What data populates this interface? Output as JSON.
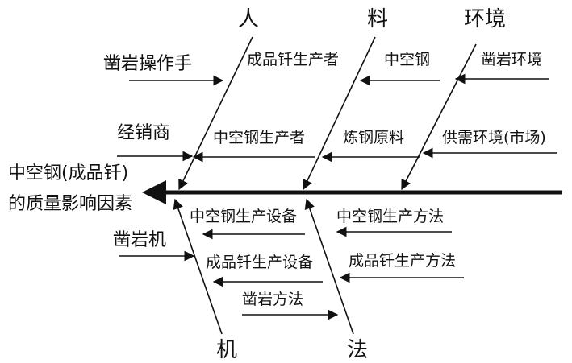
{
  "effect": {
    "line1": "中空钢(成品钎)",
    "line2": "的质量影响因素"
  },
  "categories": {
    "people": "人",
    "material": "料",
    "environment": "环境",
    "machine": "机",
    "method": "法"
  },
  "causes": {
    "drill_operator": "凿岩操作手",
    "finished_rod_producer": "成品钎生产者",
    "hollow_steel_top": "中空钢",
    "drill_environment": "凿岩环境",
    "dealer": "经销商",
    "hollow_steel_producer": "中空钢生产者",
    "steelmaking_material": "炼钢原料",
    "supply_demand": "供需环境(市场)",
    "hollow_steel_equipment": "中空钢生产设备",
    "hollow_steel_method": "中空钢生产方法",
    "rock_drill": "凿岩机",
    "finished_rod_equipment": "成品钎生产设备",
    "finished_rod_method": "成品钎生产方法",
    "drill_method": "凿岩方法"
  },
  "colors": {
    "ink": "#111111",
    "background": "#ffffff"
  }
}
